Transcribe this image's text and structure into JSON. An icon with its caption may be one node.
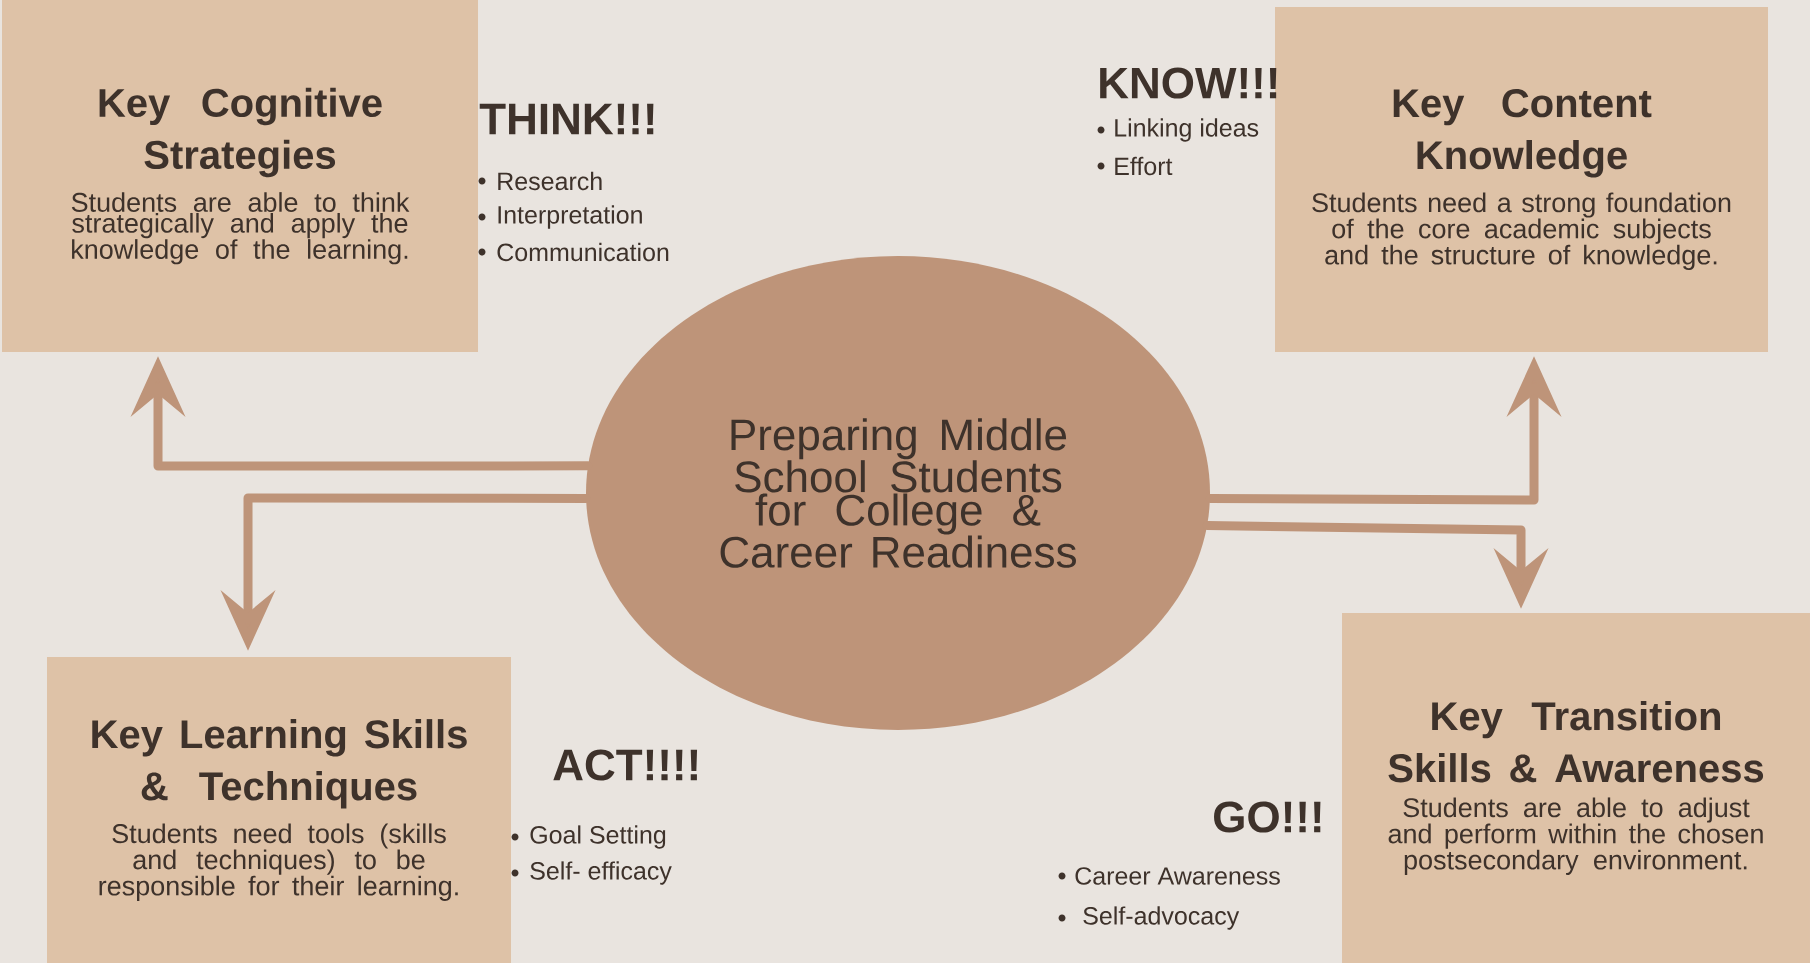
{
  "diagram": {
    "nodes": [
      {
        "text": [
          "Key Cognitive Strategies",
          "Students are able to  think strategically and apply the knowledge of the learning."
        ]
      },
      {
        "text": [
          "Key Content Knowledge",
          "Students need a strong foundation of the core academic subjects and the structure of  knowledge."
        ]
      },
      {
        "text": [
          "Key Learning Skills & Techniques",
          "Students need tools (skills and techniques) to be responsible for their learning."
        ]
      },
      {
        "text": [
          "Key Transition Skills & Awareness",
          "Students are able to adjust and perform within the chosen postsecondary environment."
        ]
      },
      {
        "text": [
          "Preparing Middle School Students for College & Career Readiness"
        ]
      }
    ],
    "edges": [
      {
        "from": 4,
        "to": 0,
        "arrow": "to"
      },
      {
        "from": 4,
        "to": 2,
        "arrow": "to"
      },
      {
        "from": 4,
        "to": 1,
        "arrow": "to"
      },
      {
        "from": 4,
        "to": 3,
        "arrow": "to"
      }
    ],
    "labels": [
      "THINK!!!",
      "Research",
      "Interpretation",
      "Communication",
      "KNOW!!!",
      "Linking ideas",
      "Effort",
      "ACT!!!!",
      "Goal Setting",
      "Self- efficacy",
      "GO!!!",
      "Career Awareness",
      "Self-advocacy"
    ]
  }
}
